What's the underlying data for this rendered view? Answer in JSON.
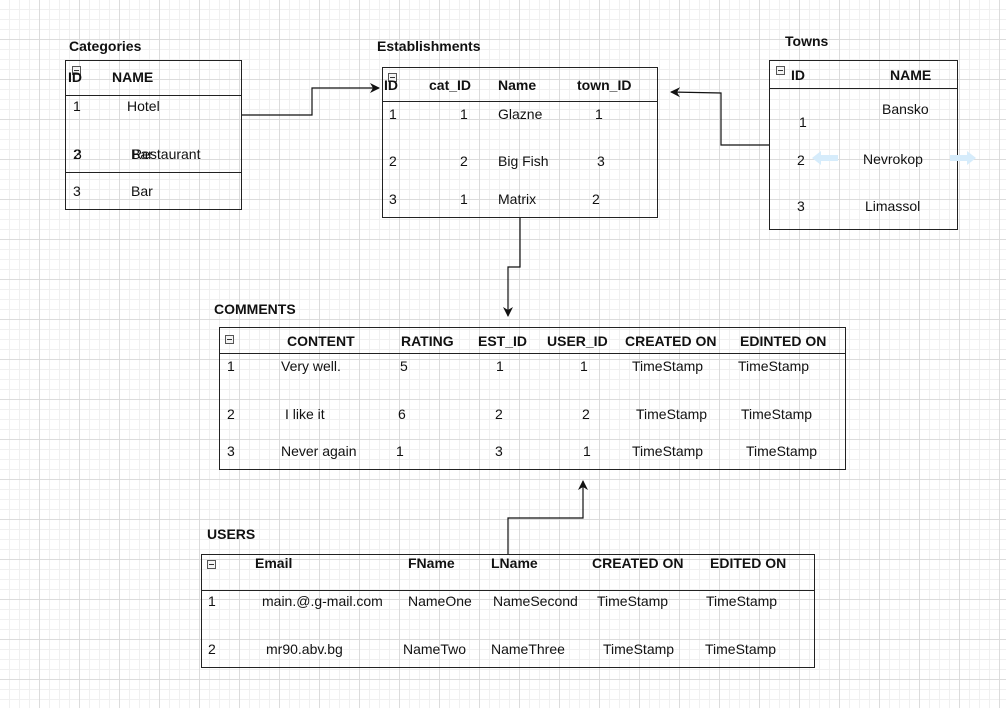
{
  "categories": {
    "title": "Categories",
    "headers": {
      "id": "ID",
      "name": "NAME"
    },
    "rows": [
      {
        "id": "1",
        "name": "Hotel"
      },
      {
        "id": "2",
        "name": "Restaurant",
        "ghost_id": "3",
        "ghost_name": "Bar"
      },
      {
        "id": "3",
        "name": "Bar"
      }
    ]
  },
  "establishments": {
    "title": "Establishments",
    "headers": {
      "id": "ID",
      "cat_id": "cat_ID",
      "name": "Name",
      "town_id": "town_ID"
    },
    "rows": [
      {
        "id": "1",
        "cat_id": "1",
        "name": "Glazne",
        "town_id": "1"
      },
      {
        "id": "2",
        "cat_id": "2",
        "name": "Big Fish",
        "town_id": "3"
      },
      {
        "id": "3",
        "cat_id": "1",
        "name": "Matrix",
        "town_id": "2"
      }
    ]
  },
  "towns": {
    "title": "Towns",
    "headers": {
      "id": "ID",
      "name": "NAME"
    },
    "rows": [
      {
        "id": "1",
        "name": "Bansko"
      },
      {
        "id": "2",
        "name": "Nevrokop"
      },
      {
        "id": "3",
        "name": "Limassol"
      }
    ]
  },
  "comments": {
    "title": "COMMENTS",
    "headers": {
      "content": "CONTENT",
      "rating": "RATING",
      "est_id": "EST_ID",
      "user_id": "USER_ID",
      "created_on": "CREATED ON",
      "edited_on": "EDINTED ON"
    },
    "rows": [
      {
        "id": "1",
        "content": "Very well.",
        "rating": "5",
        "est_id": "1",
        "user_id": "1",
        "created_on": "TimeStamp",
        "edited_on": "TimeStamp"
      },
      {
        "id": "2",
        "content": "I like it",
        "rating": "6",
        "est_id": "2",
        "user_id": "2",
        "created_on": "TimeStamp",
        "edited_on": "TimeStamp"
      },
      {
        "id": "3",
        "content": "Never again",
        "rating": "1",
        "est_id": "3",
        "user_id": "1",
        "created_on": "TimeStamp",
        "edited_on": "TimeStamp"
      }
    ]
  },
  "users": {
    "title": "USERS",
    "headers": {
      "email": "Email",
      "fname": "FName",
      "lname": "LName",
      "created_on": "CREATED ON",
      "edited_on": "EDITED ON"
    },
    "rows": [
      {
        "id": "1",
        "email": "main.@.g-mail.com",
        "fname": "NameOne",
        "lname": "NameSecond",
        "created_on": "TimeStamp",
        "edited_on": "TimeStamp"
      },
      {
        "id": "2",
        "email": "mr90.abv.bg",
        "fname": "NameTwo",
        "lname": "NameThree",
        "created_on": "TimeStamp",
        "edited_on": "TimeStamp"
      }
    ]
  },
  "colors": {
    "line": "#222222",
    "grid": "#dcdcdc",
    "hover_arrow": "#d6ecfb"
  }
}
